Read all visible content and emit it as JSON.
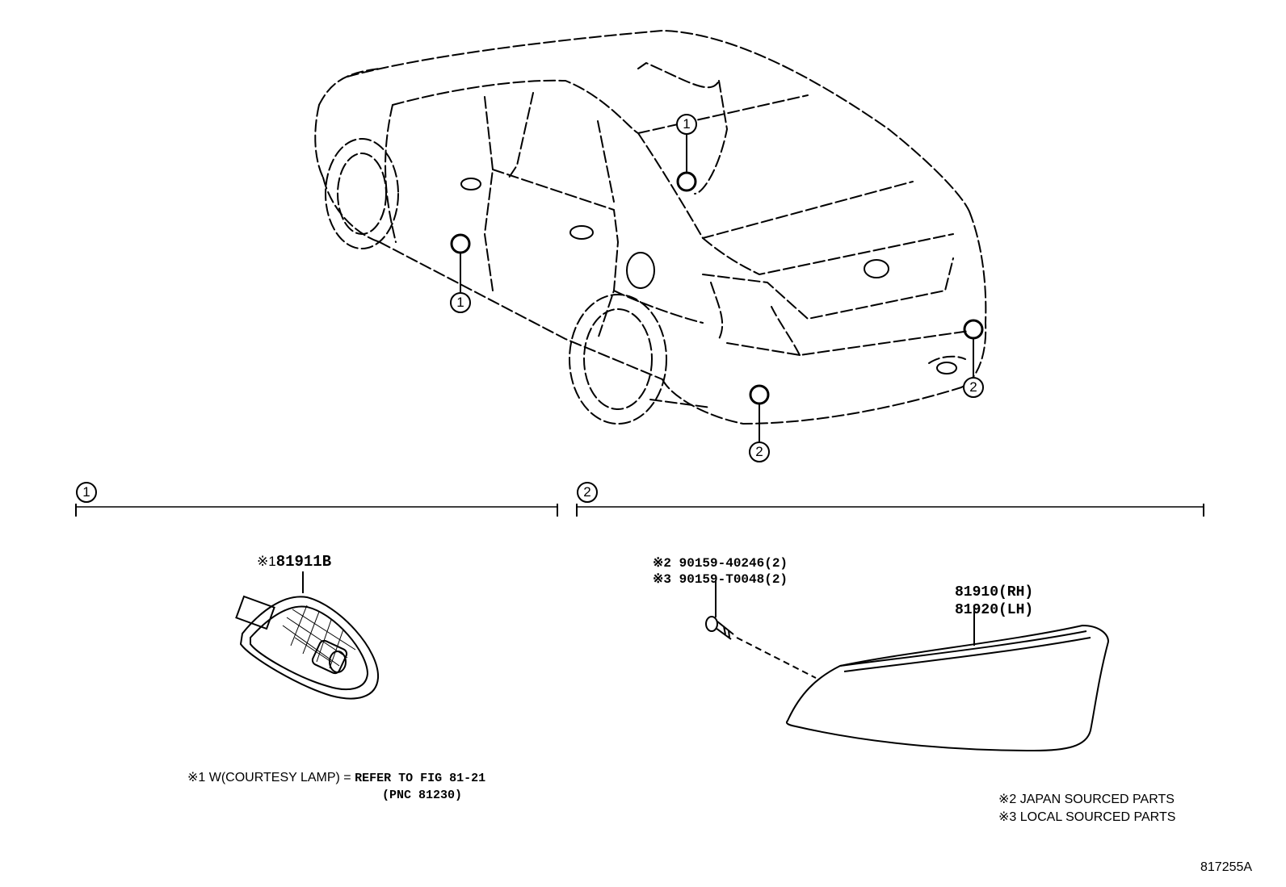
{
  "callout_1": "1",
  "callout_2": "2",
  "parts": {
    "courtesy_lamp": {
      "mark": "※1",
      "part_no": "81911B"
    },
    "screw_japan": "※2 90159-40246(2)",
    "screw_local": "※3 90159-T0048(2)",
    "lamp_rh": "81910(RH)",
    "lamp_lh": "81920(LH)"
  },
  "notes": {
    "note1_prefix": "※1 W(COURTESY LAMP) = ",
    "note1_ref": "REFER TO FIG 81-21",
    "note1_pnc": "(PNC 81230)",
    "note2": "※2 JAPAN SOURCED PARTS",
    "note3": "※3 LOCAL SOURCED PARTS"
  },
  "diagram_id": "817255A"
}
